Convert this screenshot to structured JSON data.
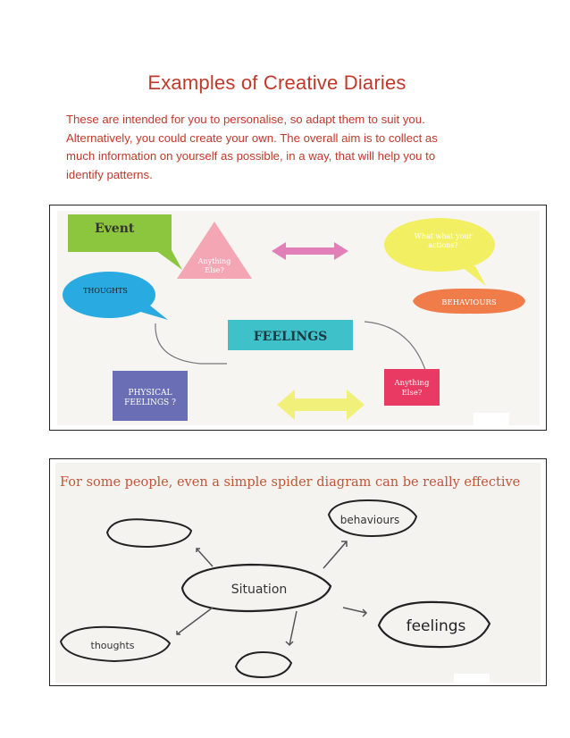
{
  "document": {
    "title": "Examples of Creative Diaries",
    "intro_lines": [
      "These are intended for you to personalise, so adapt them to suit you.",
      "Alternatively, you could create your own. The overall aim is to collect as",
      "much information on yourself as possible, in a way, that will help you to",
      "identify patterns."
    ]
  },
  "diagram1": {
    "event": "Event",
    "anything_else_1": [
      "Anything",
      "Else?"
    ],
    "what_actions": [
      "What what your",
      "actions?"
    ],
    "thoughts": "THOUGHTS",
    "behaviours": "BEHAVIOURS",
    "feelings": "FEELINGS",
    "physical": [
      "PHYSICAL",
      "FEELINGS ?"
    ],
    "anything_else_2": [
      "Anything",
      "Else?"
    ],
    "colors": {
      "event": "#8cc63f",
      "triangle": "#f4a6b4",
      "arrow_pink": "#e17fb8",
      "actions_bubble": "#f2ef63",
      "thoughts_bubble": "#29abe2",
      "behaviours": "#f07c4a",
      "feelings": "#3fc1c9",
      "physical": "#6a6fb5",
      "anything_red": "#e83a63",
      "arrow_yellow": "#f0f07a"
    }
  },
  "diagram2": {
    "heading": "For some people, even a simple spider diagram can be really effective",
    "situation": "Situation",
    "behaviours": "behaviours",
    "feelings": "feelings",
    "thoughts": "thoughts",
    "heading_color": "#c0553a"
  }
}
